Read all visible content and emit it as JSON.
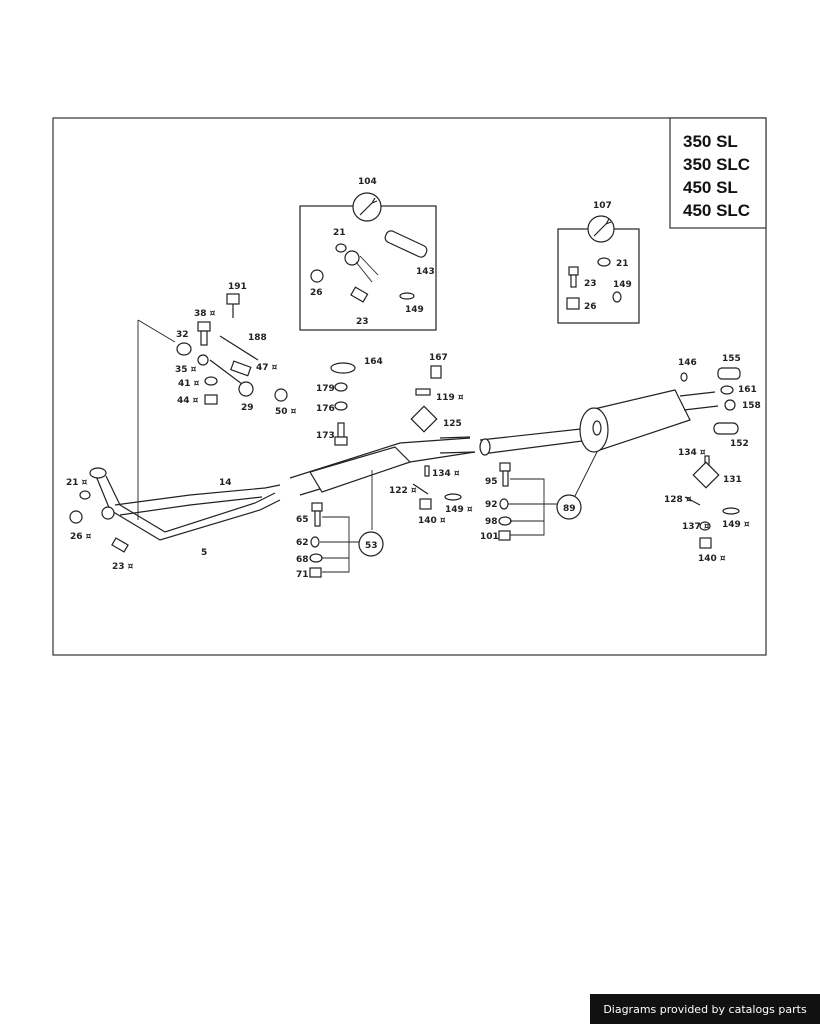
{
  "models": [
    "350 SL",
    "350 SLC",
    "450 SL",
    "450 SLC"
  ],
  "kits": {
    "kit104": {
      "number": "104",
      "icon": "wrench-icon",
      "parts": [
        "21",
        "26",
        "23",
        "143",
        "149"
      ]
    },
    "kit107": {
      "number": "107",
      "icon": "wrench-icon",
      "parts": [
        "21",
        "23",
        "149",
        "26"
      ]
    }
  },
  "front_mount": [
    "191",
    "38 ¤",
    "32",
    "188",
    "35 ¤",
    "47 ¤",
    "41 ¤",
    "44 ¤",
    "29",
    "50 ¤"
  ],
  "front_pipe": [
    "21 ¤",
    "14",
    "26 ¤",
    "5",
    "23 ¤"
  ],
  "center_mount": [
    "164",
    "179",
    "176",
    "173",
    "167",
    "119 ¤",
    "125",
    "134 ¤",
    "122 ¤",
    "140 ¤",
    "149 ¤"
  ],
  "group53": {
    "number": "53",
    "parts": [
      "65",
      "62",
      "68",
      "71"
    ]
  },
  "group89": {
    "number": "89",
    "parts": [
      "95",
      "92",
      "98",
      "101"
    ]
  },
  "rear": [
    "146",
    "155",
    "161",
    "158",
    "152",
    "134 ¤",
    "131",
    "128 ¤",
    "149 ¤",
    "137 ¤",
    "140 ¤"
  ],
  "footer": "Diagrams provided by catalogs parts"
}
